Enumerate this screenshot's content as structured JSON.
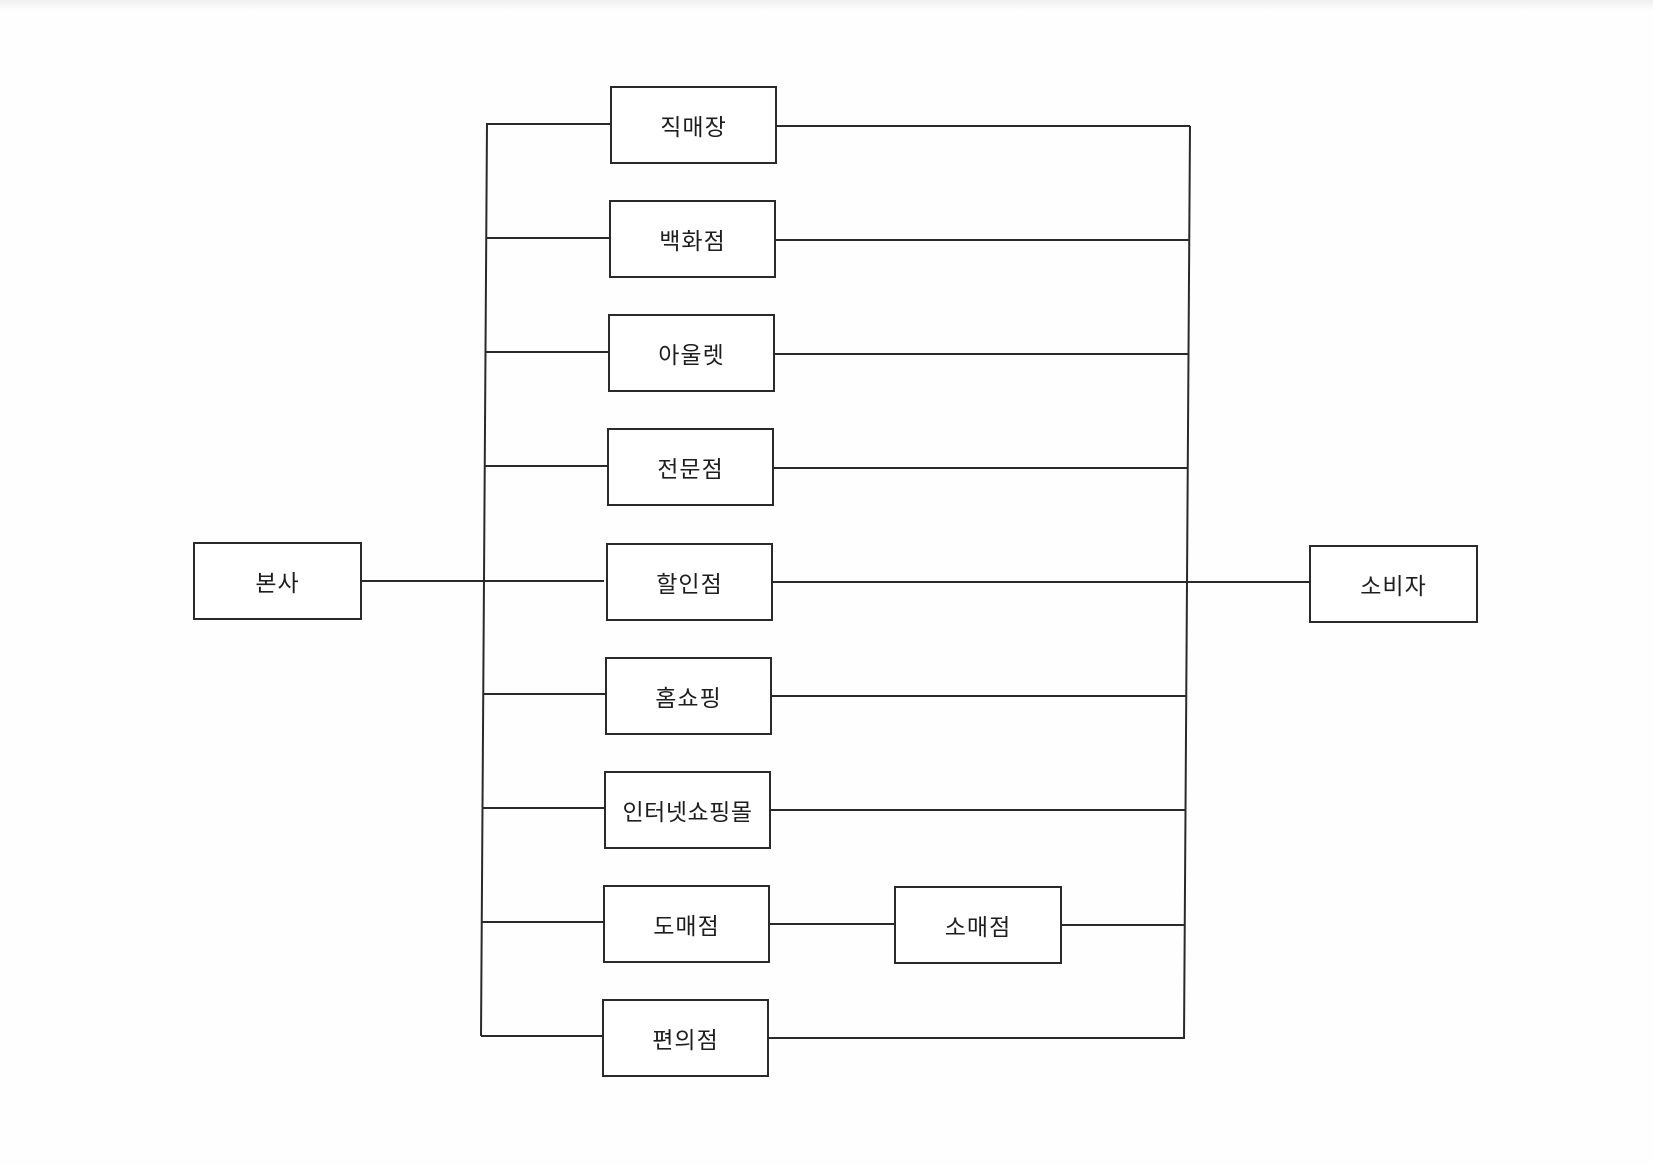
{
  "diagram": {
    "source": "본사",
    "target": "소비자",
    "channels": [
      {
        "label": "직매장"
      },
      {
        "label": "백화점"
      },
      {
        "label": "아울렛"
      },
      {
        "label": "전문점"
      },
      {
        "label": "할인점"
      },
      {
        "label": "홈쇼핑"
      },
      {
        "label": "인터넷쇼핑몰"
      },
      {
        "label": "도매점",
        "via": "소매점"
      },
      {
        "label": "편의점"
      }
    ]
  }
}
